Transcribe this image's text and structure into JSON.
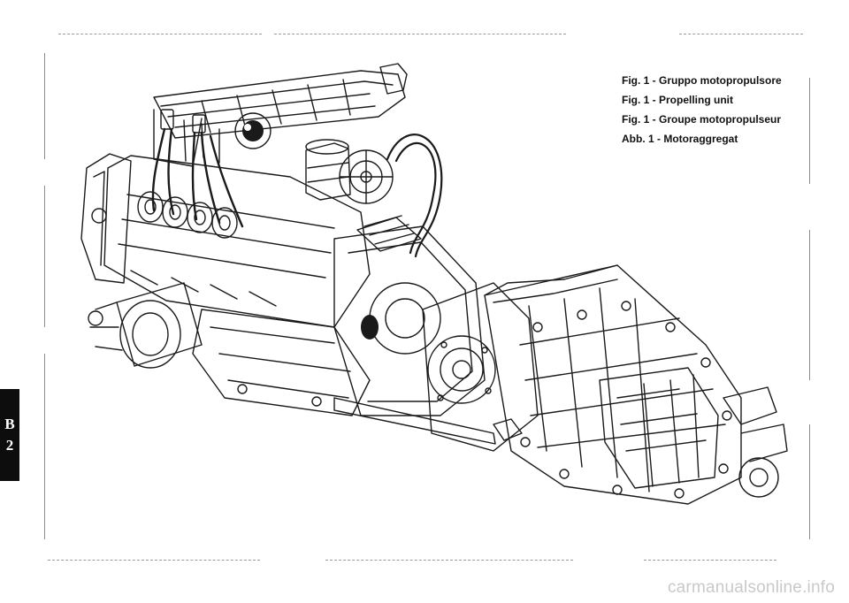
{
  "figure": {
    "captions": [
      "Fig. 1 - Gruppo motopropulsore",
      "Fig. 1 - Propelling unit",
      "Fig. 1 - Groupe motopropulseur",
      "Abb. 1 - Motoraggregat"
    ],
    "illustration_icon": "engine-gearbox-line-drawing"
  },
  "section_tab": {
    "letter": "B",
    "number": "2",
    "background": "#0d0d0d",
    "text_color": "#ffffff"
  },
  "watermark": {
    "text": "carmanualsonline.info"
  }
}
